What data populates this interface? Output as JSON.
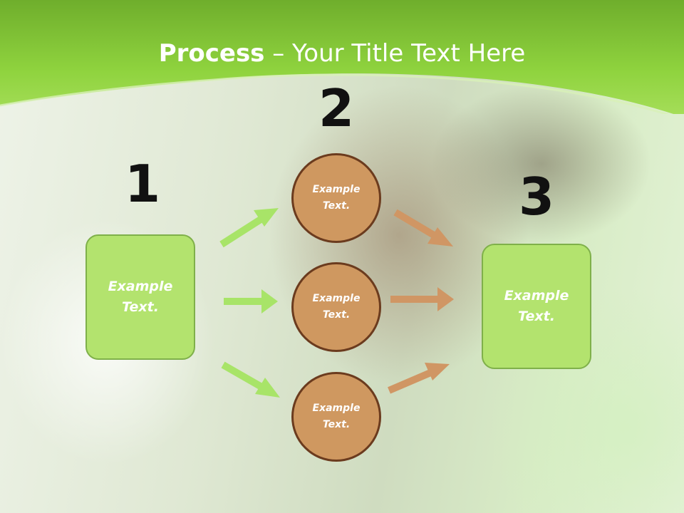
{
  "title": {
    "bold": "Process",
    "rest": " – Your Title Text Here"
  },
  "colors": {
    "header_green": "#8fd33e",
    "box_fill": "#b3e36e",
    "circle_fill": "#cf9860",
    "circle_border": "#6b3b1e",
    "green_arrow": "#a8e468",
    "brown_arrow": "#d09664"
  },
  "steps": [
    {
      "number": "1",
      "label": "Example Text."
    },
    {
      "number": "2",
      "circles": [
        {
          "label": "Example Text."
        },
        {
          "label": "Example Text."
        },
        {
          "label": "Example Text."
        }
      ]
    },
    {
      "number": "3",
      "label": "Example Text."
    }
  ]
}
